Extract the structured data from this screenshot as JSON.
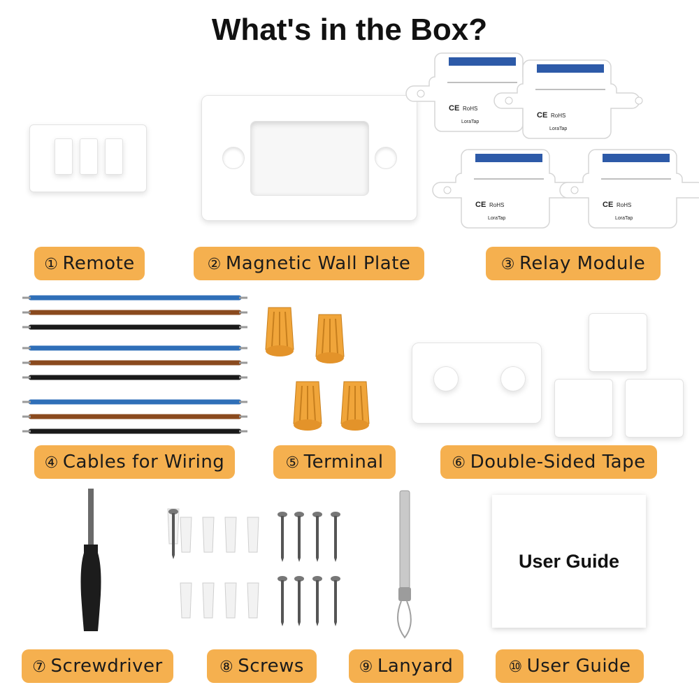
{
  "title": "What's in the Box?",
  "items": [
    {
      "num": "①",
      "label": "Remote"
    },
    {
      "num": "②",
      "label": "Magnetic Wall Plate"
    },
    {
      "num": "③",
      "label": "Relay Module"
    },
    {
      "num": "④",
      "label": "Cables for Wiring"
    },
    {
      "num": "⑤",
      "label": "Terminal"
    },
    {
      "num": "⑥",
      "label": "Double-Sided Tape"
    },
    {
      "num": "⑦",
      "label": "Screwdriver"
    },
    {
      "num": "⑧",
      "label": "Screws"
    },
    {
      "num": "⑨",
      "label": "Lanyard"
    },
    {
      "num": "⑩",
      "label": "User Guide"
    }
  ],
  "relay_module": {
    "brand": "LoraTap",
    "marks": "CE RoHS"
  },
  "user_guide": {
    "cover_text": "User Guide"
  },
  "colors": {
    "label_bg": "#f5b04f",
    "wire_blue": "#2f6fb8",
    "wire_brown": "#8a4a1e",
    "wire_black": "#1a1a1a",
    "terminal_orange": "#f0a53a"
  }
}
